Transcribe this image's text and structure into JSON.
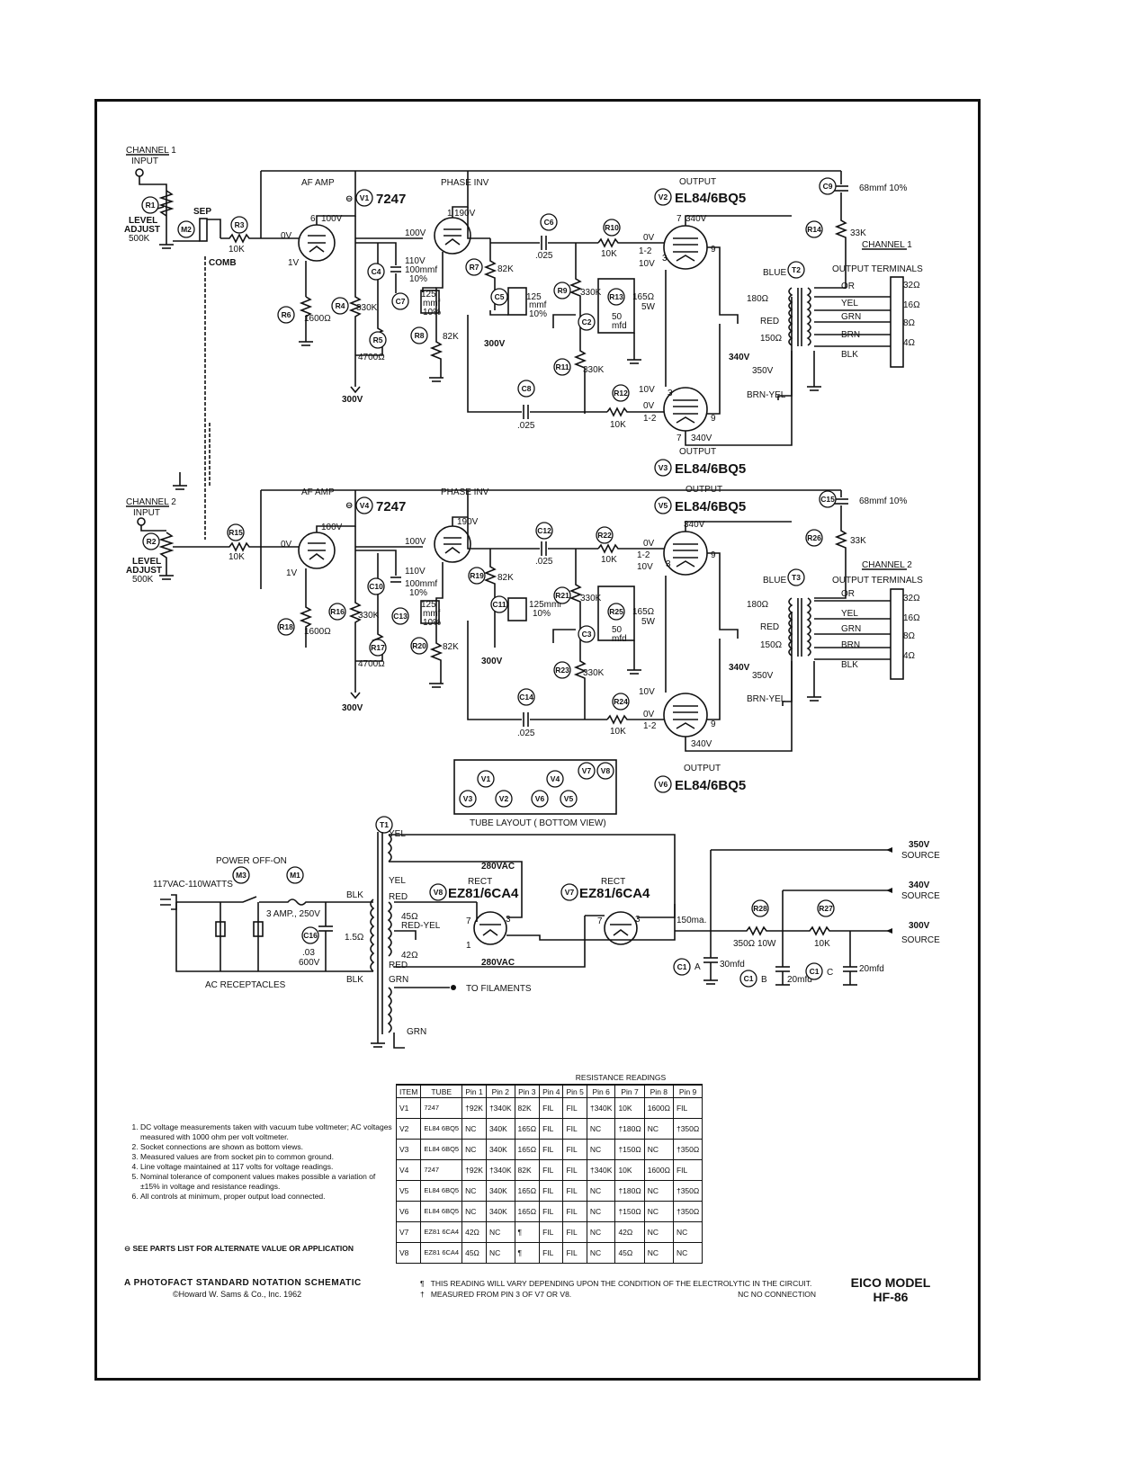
{
  "channel1": {
    "input": "CHANNEL 1",
    "input_sub": "INPUT",
    "level": "LEVEL",
    "adjust": "ADJUST",
    "pot": "500K",
    "sep": "SEP",
    "comb": "COMB",
    "af_amp": "AF AMP",
    "phase_inv": "PHASE INV",
    "output_top": "OUTPUT",
    "v1_type": "7247",
    "v2_type": "EL84/6BQ5",
    "v3_type": "EL84/6BQ5",
    "channel_out": "CHANNEL 1",
    "output_terminals": "OUTPUT TERMINALS"
  },
  "channel2": {
    "input": "CHANNEL 2",
    "input_sub": "INPUT",
    "level": "LEVEL",
    "adjust": "ADJUST",
    "pot": "500K",
    "af_amp": "AF AMP",
    "phase_inv": "PHASE INV",
    "output_top": "OUTPUT",
    "v4_type": "7247",
    "v5_type": "EL84/6BQ5",
    "v6_type": "EL84/6BQ5",
    "channel_out": "CHANNEL 2",
    "output_terminals": "OUTPUT TERMINALS"
  },
  "values": {
    "r10k": "10K",
    "r330k": "330K",
    "r1600": "1600Ω",
    "r4700": "4700Ω",
    "r82k": "82K",
    "r33k": "33K",
    "r165": "165Ω",
    "w5": "5W",
    "c025": ".025",
    "c100": "100mmf",
    "pct10": "10%",
    "c125": "125",
    "mmf": "mmf",
    "c50": "50",
    "mfd": "mfd",
    "c68": "68mmf 10%",
    "c125mmf": "125mmf",
    "v0": "0V",
    "v1": "1V",
    "v100": "100V",
    "v110": "110V",
    "v190": "190V",
    "v340": "340V",
    "v350": "350V",
    "v300": "300V",
    "v10": "10V",
    "pins12": "1-2",
    "blue": "BLUE",
    "red": "RED",
    "r180": "180Ω",
    "r150": "150Ω",
    "brnyel": "BRN-YEL",
    "taps": [
      "OR",
      "YEL",
      "GRN",
      "BRN",
      "BLK"
    ],
    "ohms": [
      "32Ω",
      "16Ω",
      "8Ω",
      "4Ω"
    ]
  },
  "tube_layout": {
    "caption": "TUBE LAYOUT ( BOTTOM VIEW)",
    "output_label": "OUTPUT",
    "v6_type": "EL84/6BQ5"
  },
  "power": {
    "power_switch": "POWER OFF-ON",
    "mains": "117VAC-110WATTS",
    "fuse": "3 AMP., 250V",
    "c16a": ".03",
    "c16b": "600V",
    "receptacles": "AC RECEPTACLES",
    "blk": "BLK",
    "yel": "YEL",
    "red": "RED",
    "redyel": "RED-YEL",
    "grn": "GRN",
    "r15": "1.5Ω",
    "r45": "45Ω",
    "r42": "42Ω",
    "vac280": "280VAC",
    "rect": "RECT",
    "v8_type": "EZ81/6CA4",
    "v7_type": "EZ81/6CA4",
    "to_filaments": "TO FILAMENTS",
    "ma150": "150ma.",
    "r28val": "350Ω 10W",
    "r27val": "10K",
    "c30": "30mfd",
    "c20": "20mfd",
    "s350": "350V",
    "s340": "340V",
    "s300": "300V",
    "source": "SOURCE"
  },
  "resistance": {
    "title": "RESISTANCE READINGS",
    "headers": [
      "ITEM",
      "TUBE",
      "Pin 1",
      "Pin 2",
      "Pin 3",
      "Pin 4",
      "Pin 5",
      "Pin 6",
      "Pin 7",
      "Pin 8",
      "Pin 9"
    ],
    "rows": [
      [
        "V1",
        "7247",
        "†92K",
        "†340K",
        "82K",
        "FIL",
        "FIL",
        "†340K",
        "10K",
        "1600Ω",
        "FIL"
      ],
      [
        "V2",
        "EL84 6BQ5",
        "NC",
        "340K",
        "165Ω",
        "FIL",
        "FIL",
        "NC",
        "†180Ω",
        "NC",
        "†350Ω"
      ],
      [
        "V3",
        "EL84 6BQ5",
        "NC",
        "340K",
        "165Ω",
        "FIL",
        "FIL",
        "NC",
        "†150Ω",
        "NC",
        "†350Ω"
      ],
      [
        "V4",
        "7247",
        "†92K",
        "†340K",
        "82K",
        "FIL",
        "FIL",
        "†340K",
        "10K",
        "1600Ω",
        "FIL"
      ],
      [
        "V5",
        "EL84 6BQ5",
        "NC",
        "340K",
        "165Ω",
        "FIL",
        "FIL",
        "NC",
        "†180Ω",
        "NC",
        "†350Ω"
      ],
      [
        "V6",
        "EL84 6BQ5",
        "NC",
        "340K",
        "165Ω",
        "FIL",
        "FIL",
        "NC",
        "†150Ω",
        "NC",
        "†350Ω"
      ],
      [
        "V7",
        "EZ81 6CA4",
        "42Ω",
        "NC",
        "¶",
        "FIL",
        "FIL",
        "NC",
        "42Ω",
        "NC",
        "NC"
      ],
      [
        "V8",
        "EZ81 6CA4",
        "45Ω",
        "NC",
        "¶",
        "FIL",
        "FIL",
        "NC",
        "45Ω",
        "NC",
        "NC"
      ]
    ],
    "footnote1_mark": "¶",
    "footnote1": "THIS READING WILL VARY DEPENDING UPON THE CONDITION OF THE ELECTROLYTIC IN THE CIRCUIT.",
    "footnote2_mark": "†",
    "footnote2": "MEASURED FROM PIN 3 OF V7 OR V8.",
    "nc_note": "NC  NO CONNECTION"
  },
  "notes": [
    "DC voltage measurements taken with vacuum tube voltmeter; AC voltages measured with 1000 ohm per volt voltmeter.",
    "Socket connections are shown as bottom views.",
    "Measured values are from socket pin to common ground.",
    "Line voltage maintained at 117 volts for voltage readings.",
    "Nominal tolerance of component values makes possible a variation of ±15% in voltage and resistance readings.",
    "All controls at minimum, proper output load connected."
  ],
  "alt_note": "⊖ SEE PARTS LIST FOR ALTERNATE VALUE OR APPLICATION",
  "photofact": "A PHOTOFACT STANDARD NOTATION SCHEMATIC",
  "copyright": "©Howard W. Sams & Co., Inc. 1962",
  "model_line1": "EICO MODEL",
  "model_line2": "HF-86"
}
